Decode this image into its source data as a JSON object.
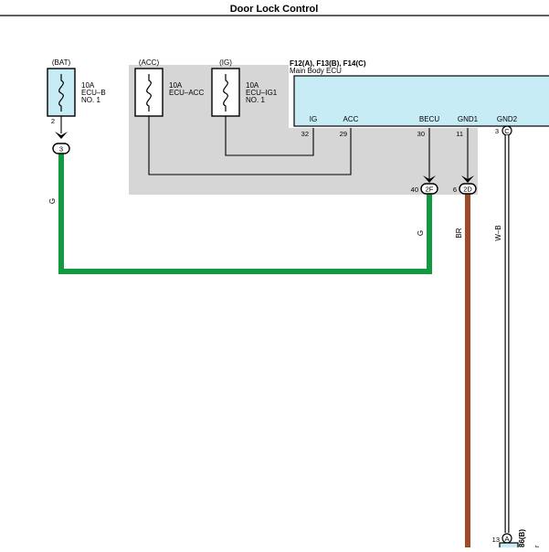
{
  "title": "Door Lock Control",
  "fuses": [
    {
      "source": "(BAT)",
      "rating": "10A",
      "name": "ECU–B",
      "line2": "NO. 1",
      "pin": "2"
    },
    {
      "source": "(ACC)",
      "rating": "10A",
      "name": "ECU–ACC",
      "line2": ""
    },
    {
      "source": "(IG)",
      "rating": "10A",
      "name": "ECU–IG1",
      "line2": "NO. 1"
    }
  ],
  "ecu": {
    "refs": "F12(A), F13(B), F14(C)",
    "name": "Main Body ECU",
    "terminals": [
      {
        "label": "IG",
        "pin": "32"
      },
      {
        "label": "ACC",
        "pin": "29"
      },
      {
        "label": "BECU",
        "pin": "30"
      },
      {
        "label": "GND1",
        "pin": "11"
      },
      {
        "label": "GND2",
        "pin": "3",
        "conn": "C"
      }
    ]
  },
  "junctions": [
    {
      "id": "3",
      "pin": ""
    },
    {
      "id": "2F",
      "pin": "40"
    },
    {
      "id": "2D",
      "pin": "6"
    }
  ],
  "wires": [
    {
      "color_code": "G",
      "hex": "#119a3f"
    },
    {
      "color_code": "G",
      "hex": "#119a3f"
    },
    {
      "color_code": "BR",
      "hex": "#a04a28"
    },
    {
      "color_code": "W–B",
      "hex": "#ffffff"
    }
  ],
  "bottom_connector": {
    "pin": "13",
    "conn": "A",
    "ref": "86(B)"
  },
  "colors": {
    "fill": "#c8ecf6",
    "shade": "#d6d6d6"
  }
}
